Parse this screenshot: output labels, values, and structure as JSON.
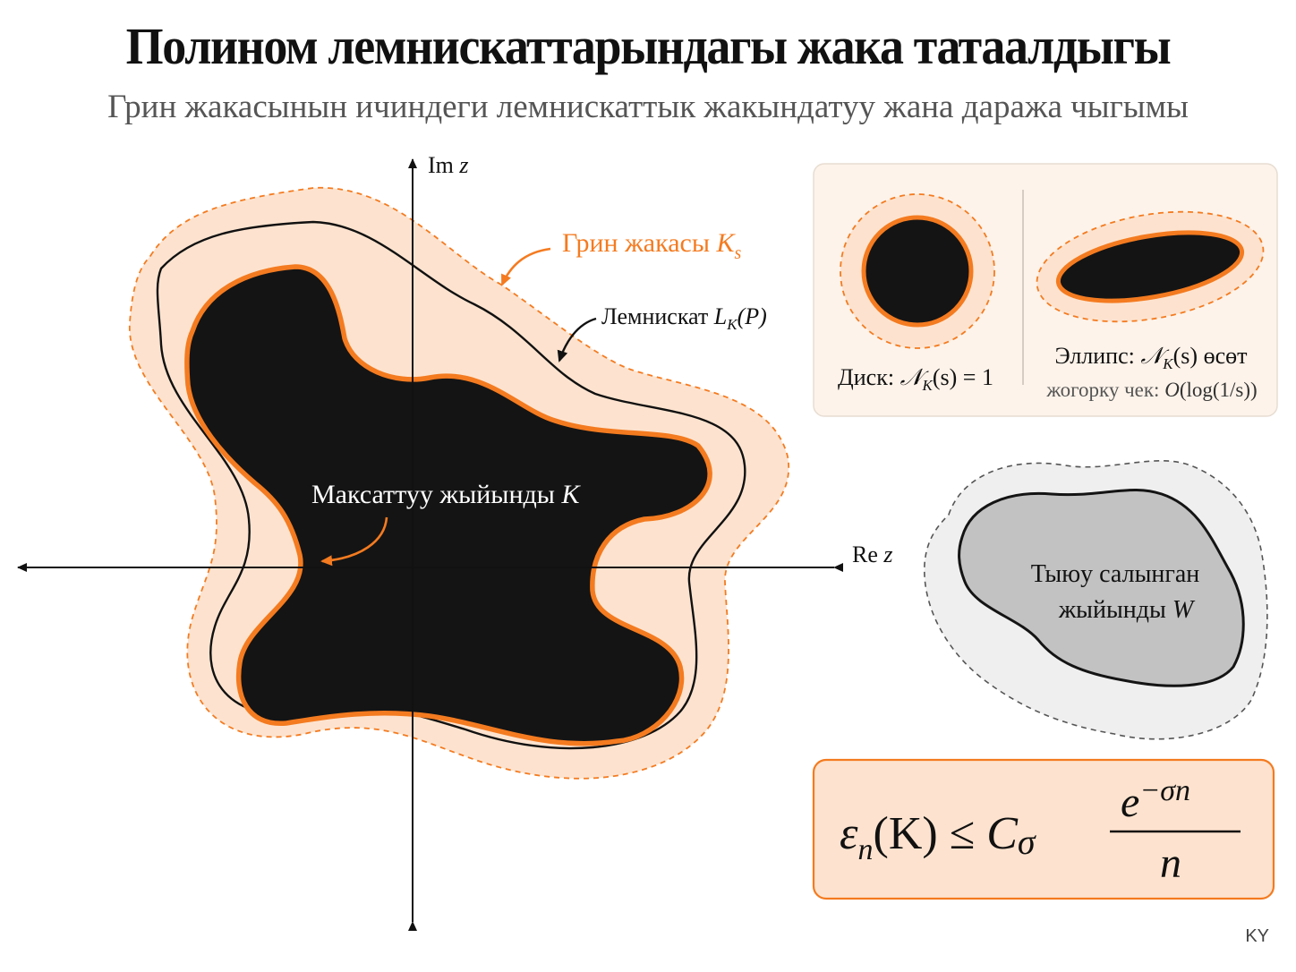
{
  "title": "Полином лемнискаттарындагы жака татаалдыгы",
  "subtitle": "Грин жакасынын ичиндеги лемнискаттык жакындатуу жана даража чыгымы",
  "axes": {
    "im_label": "Im",
    "im_var": "z",
    "re_label": "Re",
    "re_var": "z"
  },
  "labels": {
    "green_collar_text": "Грин жакасы ",
    "green_collar_var": "K",
    "green_collar_sub": "s",
    "lemniscate_text": "Лемнискат ",
    "lemniscate_var": "L",
    "lemniscate_sub": "K",
    "lemniscate_arg": "(P)",
    "target_text": "Максаттуу жыйынды ",
    "target_var": "K",
    "forbidden_line1": "Тыюу салынган",
    "forbidden_line2_text": "жыйынды ",
    "forbidden_var": "W"
  },
  "inset": {
    "disk_text": "Диск: ",
    "disk_N": "𝒩",
    "disk_sub": "K",
    "disk_rest": "(s) = 1",
    "ellipse_text": "Эллипс: ",
    "ellipse_N": "𝒩",
    "ellipse_sub": "K",
    "ellipse_rest": "(s) өсөт",
    "upper_text": "жогорку чек: ",
    "upper_O": "O",
    "upper_rest": "(log(1/s))"
  },
  "formula": {
    "eps": "ε",
    "eps_sub": "n",
    "lhs_rest": "(K) ≤ ",
    "C": "C",
    "C_sub": "σ",
    "num_e": "e",
    "num_exp": "−σn",
    "den": "n"
  },
  "corner_mark": "KY",
  "colors": {
    "orange": "#f47b20",
    "collar_fill": "#fde3cf",
    "set_fill": "#141414",
    "forbidden_fill": "#c2c2c2",
    "inset_bg": "#fdf3ea"
  }
}
